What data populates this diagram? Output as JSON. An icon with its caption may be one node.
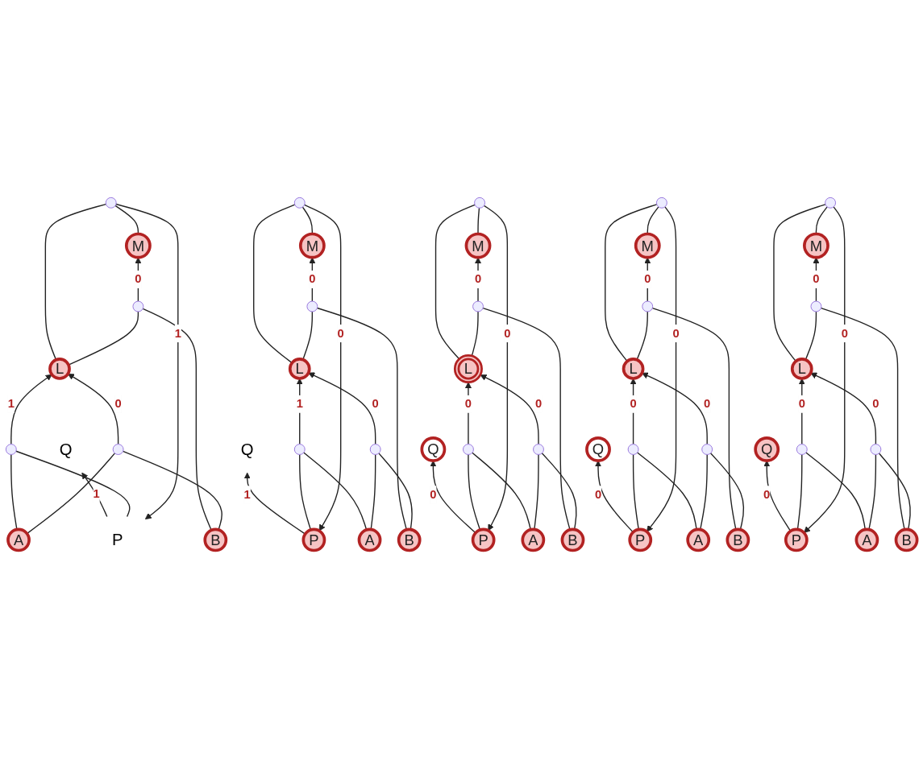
{
  "diagram": {
    "nodes": [
      {
        "text": [
          "Q"
        ]
      },
      {
        "text": [
          "P"
        ]
      },
      {
        "text": [],
        "shape": "circle"
      },
      {
        "text": [
          "M"
        ]
      },
      {
        "text": [],
        "shape": "circle"
      },
      {
        "text": [
          "L"
        ]
      },
      {
        "text": [],
        "shape": "circle"
      },
      {
        "text": [],
        "shape": "circle"
      },
      {
        "text": [
          "A"
        ]
      },
      {
        "text": [
          "B"
        ]
      },
      {
        "text": [
          "Q"
        ]
      },
      {
        "text": [
          "P"
        ]
      },
      {
        "text": [],
        "shape": "circle"
      },
      {
        "text": [
          "M"
        ]
      },
      {
        "text": [],
        "shape": "circle"
      },
      {
        "text": [
          "L"
        ]
      },
      {
        "text": [],
        "shape": "circle"
      },
      {
        "text": [],
        "shape": "circle"
      },
      {
        "text": [
          "A"
        ]
      },
      {
        "text": [
          "B"
        ]
      },
      {
        "text": [
          "Q"
        ]
      },
      {
        "text": [
          "P"
        ]
      },
      {
        "text": [],
        "shape": "circle"
      },
      {
        "text": [
          "M"
        ]
      },
      {
        "text": [],
        "shape": "circle"
      },
      {
        "text": [
          "L"
        ]
      },
      {
        "text": [],
        "shape": "circle"
      },
      {
        "text": [],
        "shape": "circle"
      },
      {
        "text": [
          "A"
        ]
      },
      {
        "text": [
          "B"
        ]
      },
      {
        "text": [
          "Q"
        ]
      },
      {
        "text": [
          "P"
        ]
      },
      {
        "text": [],
        "shape": "circle"
      },
      {
        "text": [
          "M"
        ]
      },
      {
        "text": [],
        "shape": "circle"
      },
      {
        "text": [
          "L"
        ]
      },
      {
        "text": [],
        "shape": "circle"
      },
      {
        "text": [],
        "shape": "circle"
      },
      {
        "text": [
          "A"
        ]
      },
      {
        "text": [
          "B"
        ]
      },
      {
        "text": [
          "Q"
        ]
      },
      {
        "text": [
          "P"
        ]
      },
      {
        "text": [],
        "shape": "circle"
      },
      {
        "text": [
          "M"
        ]
      },
      {
        "text": [],
        "shape": "circle"
      },
      {
        "text": [
          "L"
        ]
      },
      {
        "text": [],
        "shape": "circle"
      },
      {
        "text": [],
        "shape": "circle"
      },
      {
        "text": [
          "A"
        ]
      },
      {
        "text": [
          "B"
        ]
      }
    ],
    "edges": [
      {
        "from": 1,
        "to": 0,
        "arrow": "to",
        "label": "1"
      },
      {
        "from": 2,
        "to": 1,
        "arrow": "to",
        "label": "1"
      },
      {
        "from": 5,
        "to": 2,
        "arrow": "none"
      },
      {
        "from": 3,
        "to": 2,
        "arrow": "none"
      },
      {
        "from": 4,
        "to": 3,
        "arrow": "to",
        "label": "0"
      },
      {
        "from": 5,
        "to": 4,
        "arrow": "none"
      },
      {
        "from": 9,
        "to": 4,
        "arrow": "none"
      },
      {
        "from": 6,
        "to": 5,
        "arrow": "to",
        "label": "1"
      },
      {
        "from": 8,
        "to": 6,
        "arrow": "none"
      },
      {
        "from": 1,
        "to": 6,
        "arrow": "none"
      },
      {
        "from": 7,
        "to": 5,
        "arrow": "to",
        "label": "0"
      },
      {
        "from": 8,
        "to": 7,
        "arrow": "none"
      },
      {
        "from": 9,
        "to": 7,
        "arrow": "none"
      },
      {
        "from": 11,
        "to": 10,
        "arrow": "to",
        "label": "1"
      },
      {
        "from": 12,
        "to": 11,
        "arrow": "to",
        "label": "0"
      },
      {
        "from": 15,
        "to": 12,
        "arrow": "none"
      },
      {
        "from": 13,
        "to": 12,
        "arrow": "none"
      },
      {
        "from": 14,
        "to": 13,
        "arrow": "to",
        "label": "0"
      },
      {
        "from": 15,
        "to": 14,
        "arrow": "none"
      },
      {
        "from": 19,
        "to": 14,
        "arrow": "none"
      },
      {
        "from": 16,
        "to": 15,
        "arrow": "to",
        "label": "1"
      },
      {
        "from": 18,
        "to": 16,
        "arrow": "none"
      },
      {
        "from": 11,
        "to": 16,
        "arrow": "none"
      },
      {
        "from": 17,
        "to": 15,
        "arrow": "to",
        "label": "0"
      },
      {
        "from": 18,
        "to": 17,
        "arrow": "none"
      },
      {
        "from": 19,
        "to": 17,
        "arrow": "none"
      },
      {
        "from": 21,
        "to": 20,
        "arrow": "to",
        "label": "0"
      },
      {
        "from": 22,
        "to": 21,
        "arrow": "to",
        "label": "0"
      },
      {
        "from": 25,
        "to": 22,
        "arrow": "none"
      },
      {
        "from": 23,
        "to": 22,
        "arrow": "none"
      },
      {
        "from": 24,
        "to": 23,
        "arrow": "to",
        "label": "0"
      },
      {
        "from": 25,
        "to": 24,
        "arrow": "none"
      },
      {
        "from": 29,
        "to": 24,
        "arrow": "none"
      },
      {
        "from": 26,
        "to": 25,
        "arrow": "to",
        "label": "0"
      },
      {
        "from": 28,
        "to": 26,
        "arrow": "none"
      },
      {
        "from": 21,
        "to": 26,
        "arrow": "none"
      },
      {
        "from": 27,
        "to": 25,
        "arrow": "to",
        "label": "0"
      },
      {
        "from": 28,
        "to": 27,
        "arrow": "none"
      },
      {
        "from": 29,
        "to": 27,
        "arrow": "none"
      },
      {
        "from": 31,
        "to": 30,
        "arrow": "to",
        "label": "0"
      },
      {
        "from": 32,
        "to": 31,
        "arrow": "to",
        "label": "0"
      },
      {
        "from": 35,
        "to": 32,
        "arrow": "none"
      },
      {
        "from": 33,
        "to": 32,
        "arrow": "none"
      },
      {
        "from": 34,
        "to": 33,
        "arrow": "to",
        "label": "0"
      },
      {
        "from": 35,
        "to": 34,
        "arrow": "none"
      },
      {
        "from": 39,
        "to": 34,
        "arrow": "none"
      },
      {
        "from": 36,
        "to": 35,
        "arrow": "to",
        "label": "0"
      },
      {
        "from": 38,
        "to": 36,
        "arrow": "none"
      },
      {
        "from": 31,
        "to": 36,
        "arrow": "none"
      },
      {
        "from": 37,
        "to": 35,
        "arrow": "to",
        "label": "0"
      },
      {
        "from": 38,
        "to": 37,
        "arrow": "none"
      },
      {
        "from": 39,
        "to": 37,
        "arrow": "none"
      },
      {
        "from": 41,
        "to": 40,
        "arrow": "to",
        "label": "0"
      },
      {
        "from": 42,
        "to": 41,
        "arrow": "to",
        "label": "0"
      },
      {
        "from": 45,
        "to": 42,
        "arrow": "none"
      },
      {
        "from": 43,
        "to": 42,
        "arrow": "none"
      },
      {
        "from": 44,
        "to": 43,
        "arrow": "to",
        "label": "0"
      },
      {
        "from": 45,
        "to": 44,
        "arrow": "none"
      },
      {
        "from": 49,
        "to": 44,
        "arrow": "none"
      },
      {
        "from": 46,
        "to": 45,
        "arrow": "to",
        "label": "0"
      },
      {
        "from": 48,
        "to": 46,
        "arrow": "none"
      },
      {
        "from": 41,
        "to": 46,
        "arrow": "none"
      },
      {
        "from": 47,
        "to": 45,
        "arrow": "to",
        "label": "0"
      },
      {
        "from": 48,
        "to": 47,
        "arrow": "none"
      },
      {
        "from": 49,
        "to": 47,
        "arrow": "none"
      }
    ]
  }
}
